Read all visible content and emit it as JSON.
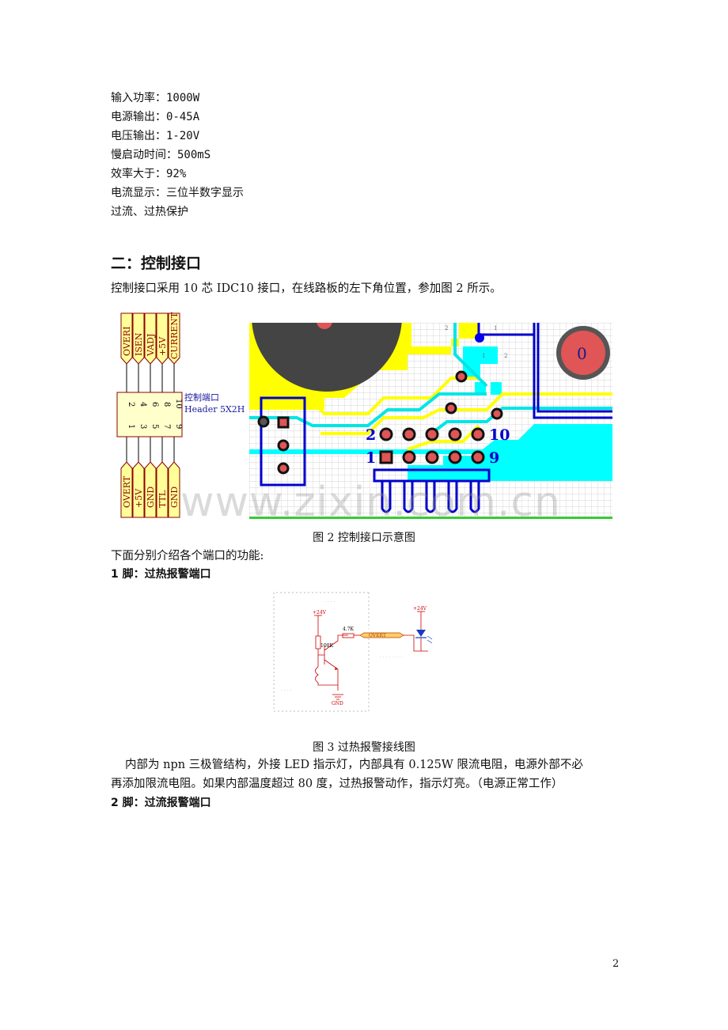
{
  "specs": [
    "输入功率：1000W",
    "电源输出：0-45A",
    "电压输出：1-20V",
    "慢启动时间：500mS",
    "效率大于：92%",
    "电流显示：三位半数字显示",
    "过流、过热保护"
  ],
  "section_title": "二：控制接口",
  "intro": "控制接口采用 10 芯 IDC10 接口，在线路板的左下角位置，参加图 2 所示。",
  "header_diagram": {
    "top_labels": [
      "OVERI",
      "ISEN",
      "VADJ",
      "+5V",
      "CURRENT"
    ],
    "bottom_labels": [
      "OVERT",
      "+5V",
      "GND",
      "TTL",
      "GND"
    ],
    "even_pins": [
      "2",
      "4",
      "6",
      "8",
      "10"
    ],
    "odd_pins": [
      "1",
      "3",
      "5",
      "7",
      "9"
    ],
    "name": "控制端口",
    "part": "Header 5X2H"
  },
  "pcb": {
    "pin_labels": [
      "2",
      "10",
      "1",
      "9"
    ],
    "pad_label": "0",
    "small_labels": [
      "2",
      "1",
      "1",
      "2"
    ]
  },
  "watermark": "www.zixin.com.cn",
  "fig2_caption": "图 2  控制接口示意图",
  "ports_intro": "下面分别介绍各个端口的功能:",
  "pin1_heading": "1 脚：过热报警端口",
  "circuit": {
    "vcc1": "+24V",
    "vcc2": "+24V",
    "r1": "4.7K",
    "r2": "100K",
    "net": "OVERT",
    "gnd": "GND"
  },
  "fig3_caption": "图 3  过热报警接线图",
  "para_line1": "内部为 npn 三极管结构，外接 LED 指示灯，内部具有 0.125W 限流电阻，电源外部不必",
  "para_line2": "再添加限流电阻。如果内部温度超过 80 度，过热报警动作，指示灯亮。（电源正常工作）",
  "pin2_heading": "2 脚：过流报警端口",
  "page_number": "2"
}
